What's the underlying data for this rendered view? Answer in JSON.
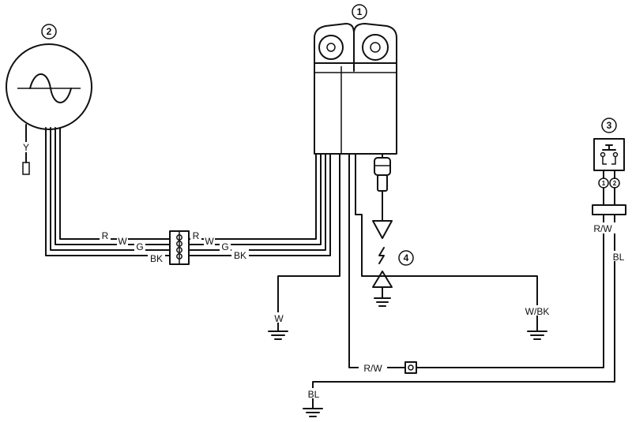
{
  "callouts": {
    "ignition_coil": "1",
    "magneto": "2",
    "stop_switch": "3",
    "spark_plug": "4",
    "switch_pin_1": "1",
    "switch_pin_2": "2"
  },
  "wire_labels": {
    "magneto_yellow": "Y",
    "conn_left_red": "R",
    "conn_left_white": "W",
    "conn_left_green": "G",
    "conn_left_black": "BK",
    "conn_right_red": "R",
    "conn_right_white": "W",
    "conn_right_green": "G",
    "conn_right_black": "BK",
    "ground_white": "W",
    "ground_white_black": "W/BK",
    "switch_red_white": "R/W",
    "switch_blue": "BL",
    "bottom_red_white": "R/W",
    "bottom_blue": "BL"
  }
}
